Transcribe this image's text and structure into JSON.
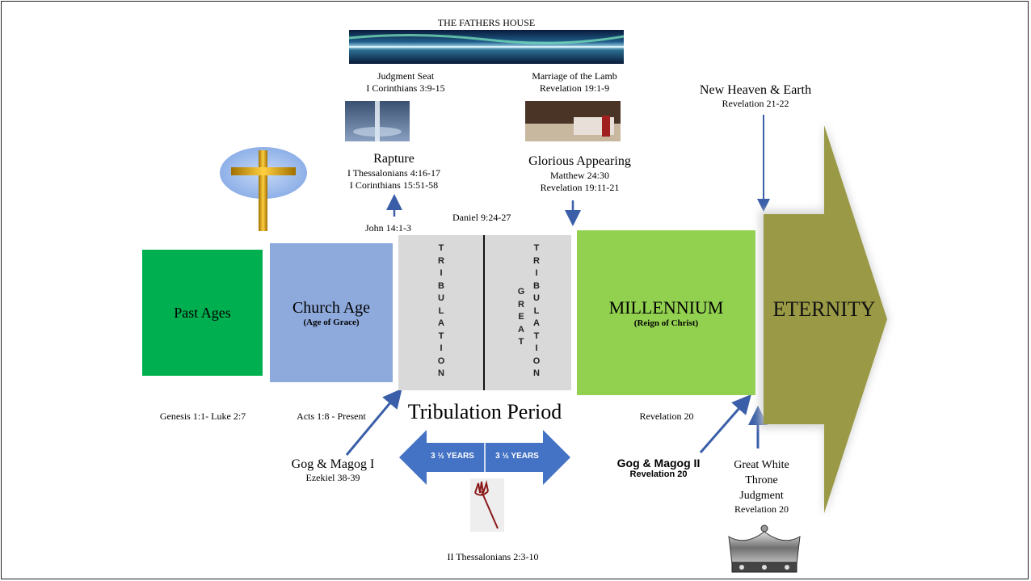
{
  "fathers_house": {
    "title": "THE FATHERS HOUSE"
  },
  "judgment_seat": {
    "title": "Judgment Seat",
    "ref": "I Corinthians 3:9-15"
  },
  "marriage": {
    "title": "Marriage of the Lamb",
    "ref": "Revelation 19:1-9"
  },
  "new_heaven": {
    "title": "New Heaven & Earth",
    "ref": "Revelation 21-22"
  },
  "rapture": {
    "title": "Rapture",
    "ref1": "I Thessalonians 4:16-17",
    "ref2": "I Corinthians 15:51-58"
  },
  "glorious": {
    "title": "Glorious Appearing",
    "ref1": "Matthew 24:30",
    "ref2": "Revelation 19:11-21"
  },
  "john_ref": "John 14:1-3",
  "daniel_ref": "Daniel 9:24-27",
  "past_ages": {
    "label": "Past Ages",
    "ref": "Genesis 1:1-  Luke 2:7",
    "color": "#00B050"
  },
  "church_age": {
    "label": "Church Age",
    "sub": "(Age of Grace)",
    "ref": "Acts 1:8 - Present",
    "color": "#8EA9DB"
  },
  "tribulation": {
    "left": [
      "T",
      "R",
      "I",
      "B",
      "U",
      "L",
      "A",
      "T",
      "I",
      "O",
      "N"
    ],
    "great": [
      "G",
      "R",
      "E",
      "A",
      "T"
    ],
    "right": [
      "T",
      "R",
      "I",
      "B",
      "U",
      "L",
      "A",
      "T",
      "I",
      "O",
      "N"
    ],
    "period": "Tribulation Period",
    "color": "#D9D9D9"
  },
  "years": {
    "left": "3 ½  YEARS",
    "right": "3 ½ YEARS",
    "color": "#4472C4"
  },
  "millennium": {
    "label": "MILLENNIUM",
    "sub": "(Reign of Christ)",
    "ref": "Revelation 20",
    "color": "#92D050"
  },
  "eternity": {
    "label": "ETERNITY",
    "color": "#9A9A46"
  },
  "gog1": {
    "title": "Gog & Magog I",
    "ref": "Ezekiel 38-39"
  },
  "gog2": {
    "title": "Gog & Magog II",
    "ref": "Revelation  20"
  },
  "white_throne": {
    "l1": "Great White",
    "l2": "Throne",
    "l3": "Judgment",
    "ref": "Revelation 20"
  },
  "thess_ref": "II Thessalonians 2:3-10"
}
